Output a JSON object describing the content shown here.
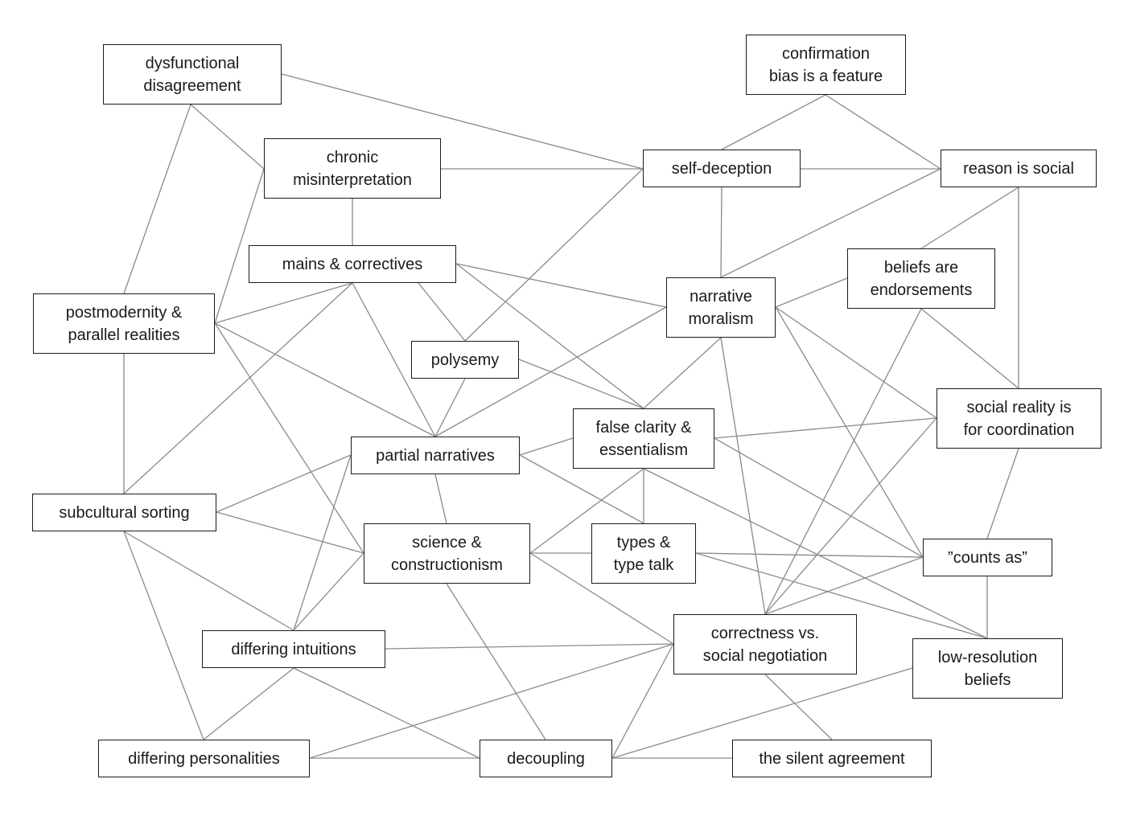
{
  "nodes": [
    {
      "id": "dysfunctional",
      "label": "dysfunctional\ndisagreement"
    },
    {
      "id": "confirmation",
      "label": "confirmation\nbias is a feature"
    },
    {
      "id": "chronic",
      "label": "chronic\nmisinterpretation"
    },
    {
      "id": "selfdeception",
      "label": "self-deception"
    },
    {
      "id": "reason",
      "label": "reason is social"
    },
    {
      "id": "mains",
      "label": "mains & correctives"
    },
    {
      "id": "beliefs",
      "label": "beliefs are\nendorsements"
    },
    {
      "id": "narrative",
      "label": "narrative\nmoralism"
    },
    {
      "id": "postmodernity",
      "label": "postmodernity &\nparallel realities"
    },
    {
      "id": "polysemy",
      "label": "polysemy"
    },
    {
      "id": "socialreality",
      "label": "social reality is\nfor coordination"
    },
    {
      "id": "falseclarity",
      "label": "false clarity &\nessentialism"
    },
    {
      "id": "partial",
      "label": "partial narratives"
    },
    {
      "id": "subcultural",
      "label": "subcultural sorting"
    },
    {
      "id": "science",
      "label": "science &\nconstructionism"
    },
    {
      "id": "types",
      "label": "types &\ntype talk"
    },
    {
      "id": "countsas",
      "label": "”counts as”"
    },
    {
      "id": "correctness",
      "label": "correctness vs.\nsocial negotiation"
    },
    {
      "id": "intuitions",
      "label": "differing intuitions"
    },
    {
      "id": "lowres",
      "label": "low-resolution\nbeliefs"
    },
    {
      "id": "personalities",
      "label": "differing personalities"
    },
    {
      "id": "decoupling",
      "label": "decoupling"
    },
    {
      "id": "silent",
      "label": "the silent agreement"
    }
  ],
  "edges": [
    [
      "dysfunctional",
      "selfdeception"
    ],
    [
      "dysfunctional",
      "chronic"
    ],
    [
      "dysfunctional",
      "postmodernity"
    ],
    [
      "confirmation",
      "selfdeception"
    ],
    [
      "confirmation",
      "reason"
    ],
    [
      "chronic",
      "selfdeception"
    ],
    [
      "chronic",
      "mains"
    ],
    [
      "chronic",
      "postmodernity"
    ],
    [
      "selfdeception",
      "reason"
    ],
    [
      "selfdeception",
      "narrative"
    ],
    [
      "selfdeception",
      "polysemy"
    ],
    [
      "reason",
      "narrative"
    ],
    [
      "reason",
      "beliefs"
    ],
    [
      "reason",
      "socialreality"
    ],
    [
      "mains",
      "narrative"
    ],
    [
      "mains",
      "polysemy"
    ],
    [
      "mains",
      "falseclarity"
    ],
    [
      "mains",
      "postmodernity"
    ],
    [
      "mains",
      "partial"
    ],
    [
      "mains",
      "subcultural"
    ],
    [
      "narrative",
      "beliefs"
    ],
    [
      "narrative",
      "partial"
    ],
    [
      "narrative",
      "falseclarity"
    ],
    [
      "narrative",
      "socialreality"
    ],
    [
      "narrative",
      "countsas"
    ],
    [
      "narrative",
      "correctness"
    ],
    [
      "beliefs",
      "socialreality"
    ],
    [
      "beliefs",
      "correctness"
    ],
    [
      "postmodernity",
      "partial"
    ],
    [
      "postmodernity",
      "science"
    ],
    [
      "postmodernity",
      "subcultural"
    ],
    [
      "polysemy",
      "falseclarity"
    ],
    [
      "polysemy",
      "partial"
    ],
    [
      "falseclarity",
      "partial"
    ],
    [
      "falseclarity",
      "socialreality"
    ],
    [
      "falseclarity",
      "types"
    ],
    [
      "falseclarity",
      "science"
    ],
    [
      "falseclarity",
      "countsas"
    ],
    [
      "falseclarity",
      "lowres"
    ],
    [
      "socialreality",
      "countsas"
    ],
    [
      "socialreality",
      "correctness"
    ],
    [
      "partial",
      "subcultural"
    ],
    [
      "partial",
      "science"
    ],
    [
      "partial",
      "types"
    ],
    [
      "partial",
      "intuitions"
    ],
    [
      "subcultural",
      "science"
    ],
    [
      "subcultural",
      "intuitions"
    ],
    [
      "subcultural",
      "personalities"
    ],
    [
      "science",
      "types"
    ],
    [
      "science",
      "intuitions"
    ],
    [
      "science",
      "correctness"
    ],
    [
      "science",
      "decoupling"
    ],
    [
      "types",
      "countsas"
    ],
    [
      "types",
      "lowres"
    ],
    [
      "countsas",
      "correctness"
    ],
    [
      "countsas",
      "lowres"
    ],
    [
      "correctness",
      "intuitions"
    ],
    [
      "correctness",
      "personalities"
    ],
    [
      "correctness",
      "decoupling"
    ],
    [
      "correctness",
      "silent"
    ],
    [
      "intuitions",
      "personalities"
    ],
    [
      "intuitions",
      "decoupling"
    ],
    [
      "lowres",
      "decoupling"
    ],
    [
      "personalities",
      "decoupling"
    ],
    [
      "decoupling",
      "silent"
    ]
  ]
}
